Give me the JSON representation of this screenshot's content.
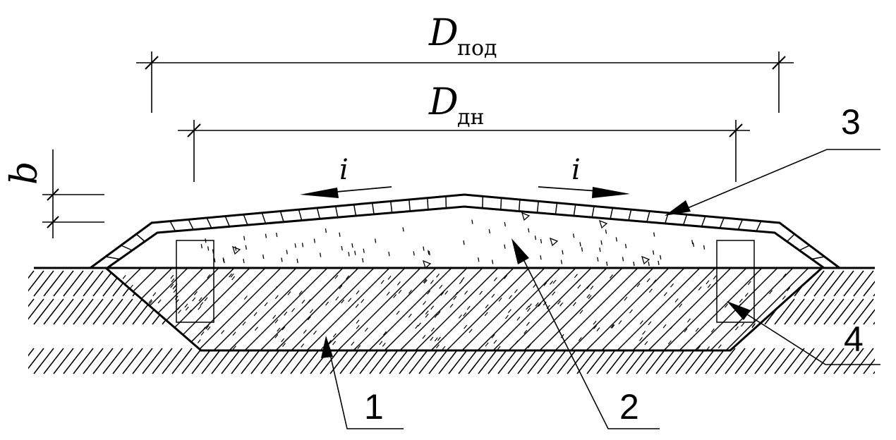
{
  "dimensions": {
    "outer": {
      "symbol": "D",
      "subscript": "под"
    },
    "inner": {
      "symbol": "D",
      "subscript": "дн"
    },
    "thickness": {
      "symbol": "b"
    }
  },
  "slope_labels": {
    "left": "i",
    "right": "i"
  },
  "callouts": {
    "c1": "1",
    "c2": "2",
    "c3": "3",
    "c4": "4"
  }
}
